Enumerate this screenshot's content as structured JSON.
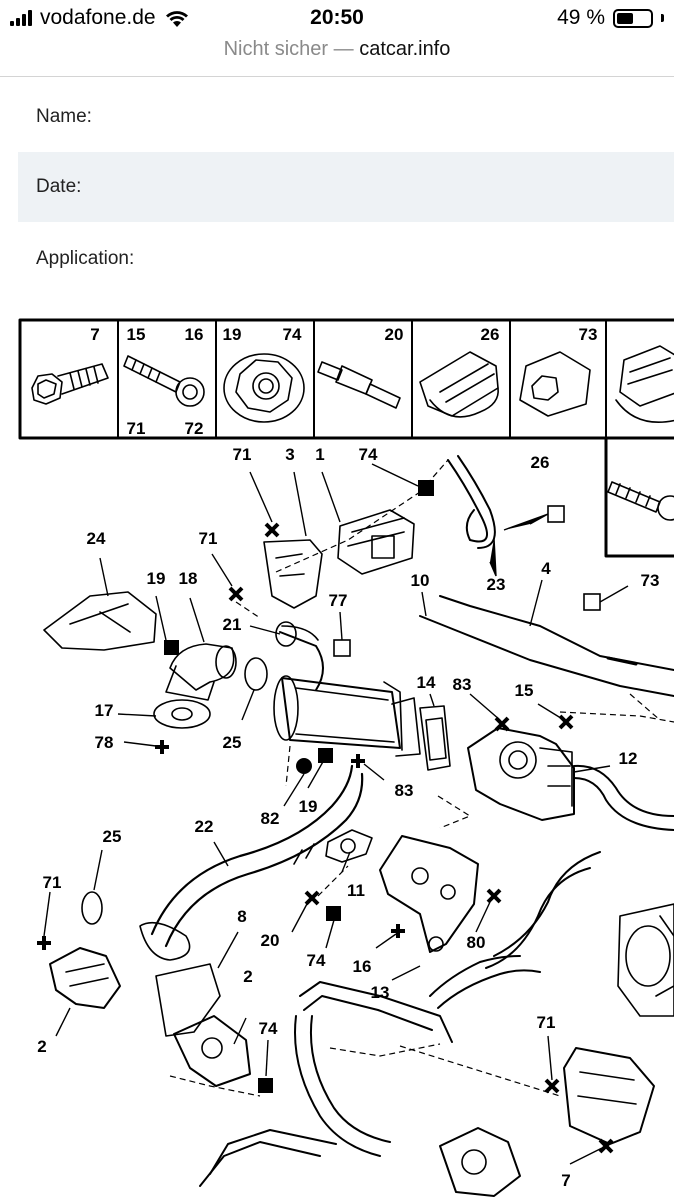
{
  "status_bar": {
    "carrier": "vodafone.de",
    "time": "20:50",
    "battery_percent": "49 %",
    "battery_level": 0.49
  },
  "url_bar": {
    "insecure_label": "Nicht sicher —",
    "host": "catcar.info"
  },
  "form": {
    "name_label": "Name:",
    "date_label": "Date:",
    "application_label": "Application:"
  },
  "parts_table": {
    "cells": [
      {
        "numbers": [
          "7"
        ]
      },
      {
        "numbers": [
          "15",
          "16",
          "71",
          "72"
        ]
      },
      {
        "numbers": [
          "19",
          "74"
        ]
      },
      {
        "numbers": [
          "20"
        ]
      },
      {
        "numbers": [
          "26"
        ]
      },
      {
        "numbers": [
          "73"
        ]
      }
    ]
  },
  "callouts": [
    "71",
    "3",
    "1",
    "74",
    "26",
    "24",
    "71",
    "19",
    "18",
    "21",
    "77",
    "10",
    "23",
    "4",
    "73",
    "17",
    "78",
    "25",
    "14",
    "83",
    "15",
    "12",
    "82",
    "19",
    "83",
    "25",
    "22",
    "11",
    "71",
    "8",
    "20",
    "74",
    "16",
    "80",
    "13",
    "2",
    "2",
    "74",
    "71",
    "7"
  ]
}
